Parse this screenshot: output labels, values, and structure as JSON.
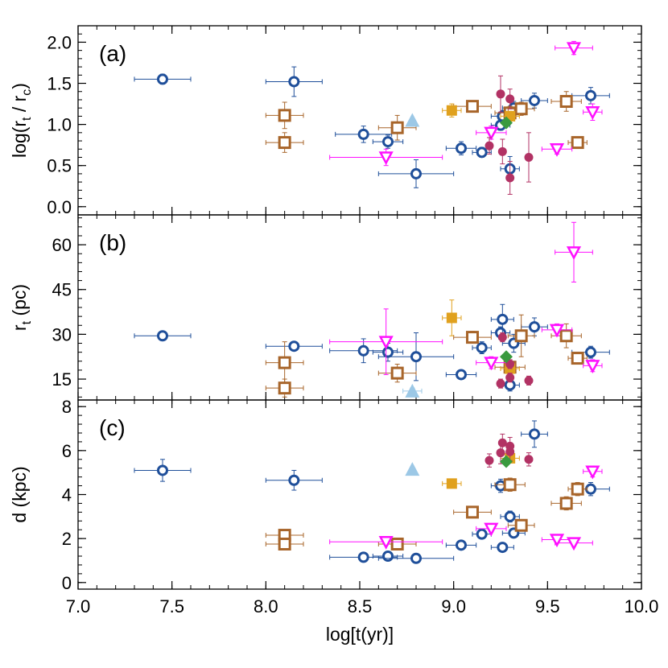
{
  "chart_data": {
    "type": "scatter",
    "xlabel": "log[t(yr)]",
    "xlim": [
      7.0,
      10.0
    ],
    "xticks": [
      "7.0",
      "7.5",
      "8.0",
      "8.5",
      "9.0",
      "9.5",
      "10.0"
    ],
    "colors": {
      "blue_circle": "#1f4f9a",
      "brown_square": "#a8652a",
      "gold_square": "#e0a11e",
      "magenta_triangle": "#ff10ff",
      "crimson_dot": "#b23264",
      "green_diamond": "#3a9a3f",
      "lightblue_triangle": "#9cc8e6"
    },
    "panels": [
      {
        "label": "(a)",
        "ylabel": "log(r_t / r_c)",
        "ylim": [
          -0.1,
          2.2
        ],
        "yticks": [
          0.0,
          0.5,
          1.0,
          1.5,
          2.0
        ],
        "yticklabels": [
          "0.0",
          "0.5",
          "1.0",
          "1.5",
          "2.0"
        ],
        "points": [
          {
            "g": "blue_circle",
            "x": 7.45,
            "y": 1.55,
            "xerr": 0.15,
            "yerr": 0.06
          },
          {
            "g": "blue_circle",
            "x": 8.15,
            "y": 1.52,
            "xerr": 0.15,
            "yerr": 0.18
          },
          {
            "g": "blue_circle",
            "x": 8.52,
            "y": 0.88,
            "xerr": 0.15,
            "yerr": 0.1
          },
          {
            "g": "blue_circle",
            "x": 8.65,
            "y": 0.79,
            "xerr": 0.08,
            "yerr": 0.08
          },
          {
            "g": "blue_circle",
            "x": 8.8,
            "y": 0.4,
            "xerr": 0.2,
            "yerr": 0.17
          },
          {
            "g": "blue_circle",
            "x": 9.04,
            "y": 0.71,
            "xerr": 0.08,
            "yerr": 0.08
          },
          {
            "g": "blue_circle",
            "x": 9.15,
            "y": 0.66,
            "xerr": 0.05,
            "yerr": 0.06
          },
          {
            "g": "blue_circle",
            "x": 9.25,
            "y": 0.99,
            "xerr": 0.05,
            "yerr": 0.06
          },
          {
            "g": "blue_circle",
            "x": 9.26,
            "y": 1.1,
            "xerr": 0.06,
            "yerr": 0.07
          },
          {
            "g": "blue_circle",
            "x": 9.3,
            "y": 0.46,
            "xerr": 0.05,
            "yerr": 0.15
          },
          {
            "g": "blue_circle",
            "x": 9.32,
            "y": 1.2,
            "xerr": 0.06,
            "yerr": 0.08
          },
          {
            "g": "blue_circle",
            "x": 9.43,
            "y": 1.29,
            "xerr": 0.07,
            "yerr": 0.09
          },
          {
            "g": "blue_circle",
            "x": 9.73,
            "y": 1.35,
            "xerr": 0.1,
            "yerr": 0.1
          },
          {
            "g": "brown_square",
            "x": 8.1,
            "y": 1.11,
            "xerr": 0.1,
            "yerr": 0.16
          },
          {
            "g": "brown_square",
            "x": 8.1,
            "y": 0.78,
            "xerr": 0.1,
            "yerr": 0.12
          },
          {
            "g": "brown_square",
            "x": 8.7,
            "y": 0.96,
            "xerr": 0.1,
            "yerr": 0.15
          },
          {
            "g": "brown_square",
            "x": 9.1,
            "y": 1.22,
            "xerr": 0.1,
            "yerr": 0.06
          },
          {
            "g": "brown_square",
            "x": 9.3,
            "y": 1.14,
            "xerr": 0.08,
            "yerr": 0.08
          },
          {
            "g": "brown_square",
            "x": 9.36,
            "y": 1.19,
            "xerr": 0.07,
            "yerr": 0.08
          },
          {
            "g": "brown_square",
            "x": 9.6,
            "y": 1.28,
            "xerr": 0.08,
            "yerr": 0.12
          },
          {
            "g": "brown_square",
            "x": 9.66,
            "y": 0.78,
            "xerr": 0.05,
            "yerr": 0.06
          },
          {
            "g": "gold_square",
            "x": 8.99,
            "y": 1.17,
            "xerr": 0.05,
            "yerr": 0.08
          },
          {
            "g": "gold_square",
            "x": 9.3,
            "y": 1.1,
            "xerr": 0.05,
            "yerr": 0.06
          },
          {
            "g": "magenta_triangle",
            "x": 8.64,
            "y": 0.6,
            "xerr": 0.3,
            "yerr": 0.1
          },
          {
            "g": "magenta_triangle",
            "x": 9.2,
            "y": 0.9,
            "xerr": 0.08,
            "yerr": 0.08
          },
          {
            "g": "magenta_triangle",
            "x": 9.55,
            "y": 0.7,
            "xerr": 0.08,
            "yerr": 0.06
          },
          {
            "g": "magenta_triangle",
            "x": 9.64,
            "y": 1.93,
            "xerr": 0.1,
            "yerr": 0.08
          },
          {
            "g": "magenta_triangle",
            "x": 9.74,
            "y": 1.15,
            "xerr": 0.05,
            "yerr": 0.1
          },
          {
            "g": "crimson_dot",
            "x": 9.25,
            "y": 1.37,
            "xerr": 0,
            "yerr": 0.22
          },
          {
            "g": "crimson_dot",
            "x": 9.26,
            "y": 0.67,
            "xerr": 0,
            "yerr": 0.15
          },
          {
            "g": "crimson_dot",
            "x": 9.3,
            "y": 1.31,
            "xerr": 0,
            "yerr": 0.12
          },
          {
            "g": "crimson_dot",
            "x": 9.19,
            "y": 0.74,
            "xerr": 0,
            "yerr": 0.1
          },
          {
            "g": "crimson_dot",
            "x": 9.3,
            "y": 0.35,
            "xerr": 0,
            "yerr": 0.2
          },
          {
            "g": "crimson_dot",
            "x": 9.4,
            "y": 0.6,
            "xerr": 0,
            "yerr": 0.3
          },
          {
            "g": "green_diamond",
            "x": 9.28,
            "y": 1.02,
            "xerr": 0,
            "yerr": 0.04
          },
          {
            "g": "lightblue_triangle",
            "x": 8.78,
            "y": 1.05,
            "xerr": 0,
            "yerr": 0
          }
        ]
      },
      {
        "label": "(b)",
        "ylabel": "r_t (pc)",
        "ylim": [
          8,
          70
        ],
        "yticks": [
          15,
          30,
          45,
          60
        ],
        "yticklabels": [
          "15",
          "30",
          "45",
          "60"
        ],
        "points": [
          {
            "g": "blue_circle",
            "x": 7.45,
            "y": 29.5,
            "xerr": 0.15,
            "yerr": 1.5
          },
          {
            "g": "blue_circle",
            "x": 8.15,
            "y": 26,
            "xerr": 0.15,
            "yerr": 1.5
          },
          {
            "g": "blue_circle",
            "x": 8.52,
            "y": 24.5,
            "xerr": 0.18,
            "yerr": 4
          },
          {
            "g": "blue_circle",
            "x": 8.65,
            "y": 24,
            "xerr": 0.08,
            "yerr": 3
          },
          {
            "g": "blue_circle",
            "x": 8.8,
            "y": 22.5,
            "xerr": 0.2,
            "yerr": 8
          },
          {
            "g": "blue_circle",
            "x": 9.04,
            "y": 16.5,
            "xerr": 0.08,
            "yerr": 1.5
          },
          {
            "g": "blue_circle",
            "x": 9.15,
            "y": 25.5,
            "xerr": 0.05,
            "yerr": 2
          },
          {
            "g": "blue_circle",
            "x": 9.25,
            "y": 30.5,
            "xerr": 0.05,
            "yerr": 2
          },
          {
            "g": "blue_circle",
            "x": 9.26,
            "y": 35,
            "xerr": 0.06,
            "yerr": 5
          },
          {
            "g": "blue_circle",
            "x": 9.3,
            "y": 13,
            "xerr": 0.05,
            "yerr": 2
          },
          {
            "g": "blue_circle",
            "x": 9.32,
            "y": 27,
            "xerr": 0.06,
            "yerr": 3
          },
          {
            "g": "blue_circle",
            "x": 9.43,
            "y": 32.5,
            "xerr": 0.07,
            "yerr": 3
          },
          {
            "g": "blue_circle",
            "x": 9.73,
            "y": 24,
            "xerr": 0.1,
            "yerr": 2
          },
          {
            "g": "brown_square",
            "x": 8.1,
            "y": 20.5,
            "xerr": 0.1,
            "yerr": 7
          },
          {
            "g": "brown_square",
            "x": 8.1,
            "y": 12,
            "xerr": 0.1,
            "yerr": 3
          },
          {
            "g": "brown_square",
            "x": 8.7,
            "y": 17,
            "xerr": 0.1,
            "yerr": 3
          },
          {
            "g": "brown_square",
            "x": 9.1,
            "y": 29,
            "xerr": 0.1,
            "yerr": 2
          },
          {
            "g": "brown_square",
            "x": 9.3,
            "y": 19,
            "xerr": 0.08,
            "yerr": 2
          },
          {
            "g": "brown_square",
            "x": 9.36,
            "y": 29.5,
            "xerr": 0.07,
            "yerr": 7
          },
          {
            "g": "brown_square",
            "x": 9.6,
            "y": 29.5,
            "xerr": 0.08,
            "yerr": 4
          },
          {
            "g": "brown_square",
            "x": 9.66,
            "y": 22,
            "xerr": 0.05,
            "yerr": 2
          },
          {
            "g": "gold_square",
            "x": 8.99,
            "y": 35.5,
            "xerr": 0.05,
            "yerr": 6
          },
          {
            "g": "gold_square",
            "x": 9.3,
            "y": 18.5,
            "xerr": 0.05,
            "yerr": 2
          },
          {
            "g": "magenta_triangle",
            "x": 8.64,
            "y": 27.5,
            "xerr": 0.3,
            "yerr": 11
          },
          {
            "g": "magenta_triangle",
            "x": 9.2,
            "y": 20.5,
            "xerr": 0.08,
            "yerr": 2
          },
          {
            "g": "magenta_triangle",
            "x": 9.55,
            "y": 31.5,
            "xerr": 0.08,
            "yerr": 2
          },
          {
            "g": "magenta_triangle",
            "x": 9.64,
            "y": 57.5,
            "xerr": 0.1,
            "yerr": 10
          },
          {
            "g": "magenta_triangle",
            "x": 9.74,
            "y": 19.5,
            "xerr": 0.05,
            "yerr": 2
          },
          {
            "g": "crimson_dot",
            "x": 9.25,
            "y": 13.5,
            "xerr": 0,
            "yerr": 1.5
          },
          {
            "g": "crimson_dot",
            "x": 9.26,
            "y": 29,
            "xerr": 0,
            "yerr": 1.5
          },
          {
            "g": "crimson_dot",
            "x": 9.3,
            "y": 15.5,
            "xerr": 0,
            "yerr": 1.5
          },
          {
            "g": "crimson_dot",
            "x": 9.3,
            "y": 20,
            "xerr": 0,
            "yerr": 1.5
          },
          {
            "g": "crimson_dot",
            "x": 9.4,
            "y": 14.5,
            "xerr": 0,
            "yerr": 1.5
          },
          {
            "g": "green_diamond",
            "x": 9.28,
            "y": 22.5,
            "xerr": 0,
            "yerr": 1
          },
          {
            "g": "lightblue_triangle",
            "x": 8.78,
            "y": 11,
            "xerr": 0.05,
            "yerr": 1
          }
        ]
      },
      {
        "label": "(c)",
        "ylabel": "d (kpc)",
        "ylim": [
          -0.3,
          8.3
        ],
        "yticks": [
          0,
          2,
          4,
          6,
          8
        ],
        "yticklabels": [
          "0",
          "2",
          "4",
          "6",
          "8"
        ],
        "points": [
          {
            "g": "blue_circle",
            "x": 7.45,
            "y": 5.1,
            "xerr": 0.15,
            "yerr": 0.5
          },
          {
            "g": "blue_circle",
            "x": 8.15,
            "y": 4.65,
            "xerr": 0.15,
            "yerr": 0.45
          },
          {
            "g": "blue_circle",
            "x": 8.52,
            "y": 1.15,
            "xerr": 0.18,
            "yerr": 0.1
          },
          {
            "g": "blue_circle",
            "x": 8.65,
            "y": 1.2,
            "xerr": 0.08,
            "yerr": 0.1
          },
          {
            "g": "blue_circle",
            "x": 8.8,
            "y": 1.1,
            "xerr": 0.2,
            "yerr": 0.1
          },
          {
            "g": "blue_circle",
            "x": 9.04,
            "y": 1.7,
            "xerr": 0.08,
            "yerr": 0.15
          },
          {
            "g": "blue_circle",
            "x": 9.15,
            "y": 2.2,
            "xerr": 0.05,
            "yerr": 0.2
          },
          {
            "g": "blue_circle",
            "x": 9.25,
            "y": 4.4,
            "xerr": 0.05,
            "yerr": 0.3
          },
          {
            "g": "blue_circle",
            "x": 9.26,
            "y": 1.6,
            "xerr": 0.06,
            "yerr": 0.15
          },
          {
            "g": "blue_circle",
            "x": 9.3,
            "y": 3.0,
            "xerr": 0.05,
            "yerr": 0.25
          },
          {
            "g": "blue_circle",
            "x": 9.32,
            "y": 2.25,
            "xerr": 0.06,
            "yerr": 0.2
          },
          {
            "g": "blue_circle",
            "x": 9.43,
            "y": 6.75,
            "xerr": 0.07,
            "yerr": 0.6
          },
          {
            "g": "blue_circle",
            "x": 9.73,
            "y": 4.25,
            "xerr": 0.1,
            "yerr": 0.3
          },
          {
            "g": "brown_square",
            "x": 8.1,
            "y": 2.15,
            "xerr": 0.1,
            "yerr": 0.15
          },
          {
            "g": "brown_square",
            "x": 8.1,
            "y": 1.75,
            "xerr": 0.1,
            "yerr": 0.15
          },
          {
            "g": "brown_square",
            "x": 8.7,
            "y": 1.75,
            "xerr": 0.1,
            "yerr": 0.15
          },
          {
            "g": "brown_square",
            "x": 9.1,
            "y": 3.2,
            "xerr": 0.1,
            "yerr": 0.2
          },
          {
            "g": "brown_square",
            "x": 9.3,
            "y": 4.45,
            "xerr": 0.08,
            "yerr": 0.3
          },
          {
            "g": "brown_square",
            "x": 9.36,
            "y": 2.6,
            "xerr": 0.07,
            "yerr": 0.2
          },
          {
            "g": "brown_square",
            "x": 9.6,
            "y": 3.6,
            "xerr": 0.08,
            "yerr": 0.3
          },
          {
            "g": "brown_square",
            "x": 9.66,
            "y": 4.25,
            "xerr": 0.05,
            "yerr": 0.3
          },
          {
            "g": "gold_square",
            "x": 8.99,
            "y": 4.5,
            "xerr": 0.05,
            "yerr": 0.15
          },
          {
            "g": "gold_square",
            "x": 9.3,
            "y": 5.65,
            "xerr": 0.05,
            "yerr": 0.2
          },
          {
            "g": "magenta_triangle",
            "x": 8.64,
            "y": 1.85,
            "xerr": 0.3,
            "yerr": 0.15
          },
          {
            "g": "magenta_triangle",
            "x": 9.2,
            "y": 2.45,
            "xerr": 0.08,
            "yerr": 0.15
          },
          {
            "g": "magenta_triangle",
            "x": 9.55,
            "y": 1.95,
            "xerr": 0.08,
            "yerr": 0.15
          },
          {
            "g": "magenta_triangle",
            "x": 9.64,
            "y": 1.8,
            "xerr": 0.1,
            "yerr": 0.15
          },
          {
            "g": "magenta_triangle",
            "x": 9.74,
            "y": 5.05,
            "xerr": 0.05,
            "yerr": 0.25
          },
          {
            "g": "crimson_dot",
            "x": 9.25,
            "y": 5.9,
            "xerr": 0,
            "yerr": 0.5
          },
          {
            "g": "crimson_dot",
            "x": 9.26,
            "y": 6.35,
            "xerr": 0,
            "yerr": 0.4
          },
          {
            "g": "crimson_dot",
            "x": 9.3,
            "y": 6.2,
            "xerr": 0,
            "yerr": 0.4
          },
          {
            "g": "crimson_dot",
            "x": 9.19,
            "y": 5.55,
            "xerr": 0,
            "yerr": 0.3
          },
          {
            "g": "crimson_dot",
            "x": 9.3,
            "y": 5.95,
            "xerr": 0,
            "yerr": 0.4
          },
          {
            "g": "crimson_dot",
            "x": 9.4,
            "y": 5.6,
            "xerr": 0,
            "yerr": 0.3
          },
          {
            "g": "green_diamond",
            "x": 9.28,
            "y": 5.5,
            "xerr": 0,
            "yerr": 0.15
          },
          {
            "g": "lightblue_triangle",
            "x": 8.78,
            "y": 5.15,
            "xerr": 0,
            "yerr": 0
          }
        ]
      }
    ]
  }
}
